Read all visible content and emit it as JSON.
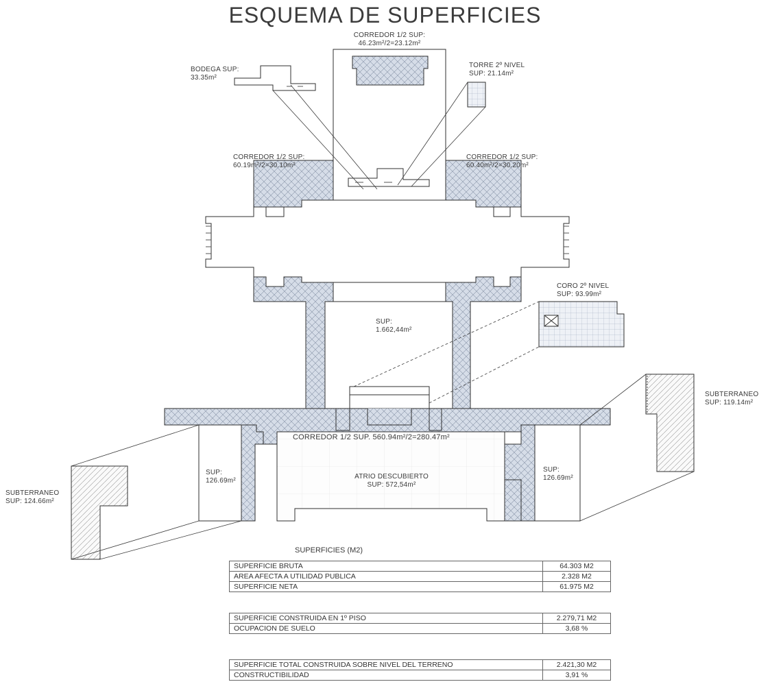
{
  "title": "ESQUEMA DE SUPERFICIES",
  "labels": {
    "corredor_top": [
      "CORREDOR 1/2 SUP:",
      "46.23m²/2=23.12m²"
    ],
    "bodega": [
      "BODEGA SUP:",
      "33.35m²"
    ],
    "torre": [
      "TORRE 2º NIVEL",
      "SUP: 21.14m²"
    ],
    "corredor_left": [
      "CORREDOR 1/2 SUP:",
      "60.19m²/2=30.10m²"
    ],
    "corredor_right": [
      "CORREDOR 1/2 SUP:",
      "60.40m²/2=30.20m²"
    ],
    "sup_main": [
      "SUP:",
      "1.662,44m²"
    ],
    "coro": [
      "CORO 2º NIVEL",
      "SUP: 93.99m²"
    ],
    "sub_right": [
      "SUBTERRANEO",
      "SUP: 119.14m²"
    ],
    "corredor_bottom": "CORREDOR 1/2 SUP. 560.94m²/2=280.47m²",
    "sup_left": [
      "SUP:",
      "126.69m²"
    ],
    "sup_right": [
      "SUP:",
      "126.69m²"
    ],
    "atrio": [
      "ATRIO DESCUBIERTO",
      "SUP: 572,54m²"
    ],
    "sub_left": [
      "SUBTERRANEO",
      "SUP: 124.66m²"
    ]
  },
  "table_title": "SUPERFICIES (M2)",
  "tables": [
    [
      {
        "label": "SUPERFICIE BRUTA",
        "value": "64.303 M2"
      },
      {
        "label": "AREA AFECTA A UTILIDAD PUBLICA",
        "value": "2.328 M2"
      },
      {
        "label": "SUPERFICIE NETA",
        "value": "61.975 M2"
      }
    ],
    [
      {
        "label": "SUPERFICIE CONSTRUIDA EN 1º PISO",
        "value": "2.279,71 M2"
      },
      {
        "label": "OCUPACION DE SUELO",
        "value": "3,68 %"
      }
    ],
    [
      {
        "label": "SUPERFICIE TOTAL CONSTRUIDA   SOBRE NIVEL DEL TERRENO",
        "value": "2.421,30   M2"
      },
      {
        "label": "CONSTRUCTIBILIDAD",
        "value": "3,91 %"
      }
    ]
  ]
}
